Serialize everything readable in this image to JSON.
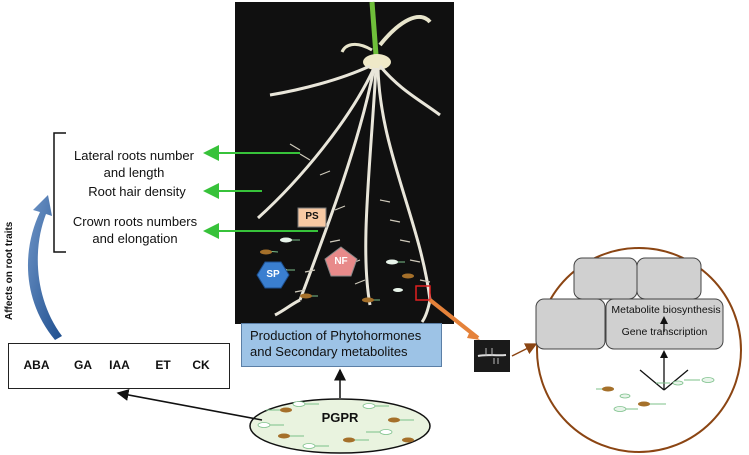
{
  "traits": {
    "lateral_line1": "Lateral roots number",
    "lateral_line2": "and length",
    "hair": "Root hair density",
    "crown_line1": "Crown roots numbers",
    "crown_line2": "and elongation"
  },
  "side_label": "Affects on root traits",
  "hormones": [
    "ABA",
    "GA",
    "IAA",
    "ET",
    "CK"
  ],
  "hormone_colors": [
    "#8fd3e8",
    "#d8cfa8",
    "#cfe3b8",
    "#f8c9a0",
    "#e7a7a8"
  ],
  "production": {
    "line1": "Production of Phytohormones",
    "line2": "and Secondary metabolites"
  },
  "pgpr": "PGPR",
  "badges": {
    "ps": "PS",
    "nf": "NF",
    "sp": "SP"
  },
  "cell": {
    "metabolite": "Metabolite biosynthesis",
    "gene": "Gene transcription"
  },
  "colors": {
    "arrow_green": "#37c23a",
    "arrow_brown": "#8b4513",
    "hex_blue": "#3a7fd0",
    "pentagon_pink": "#e88a8a",
    "ps_peach": "#f7c9a3"
  }
}
